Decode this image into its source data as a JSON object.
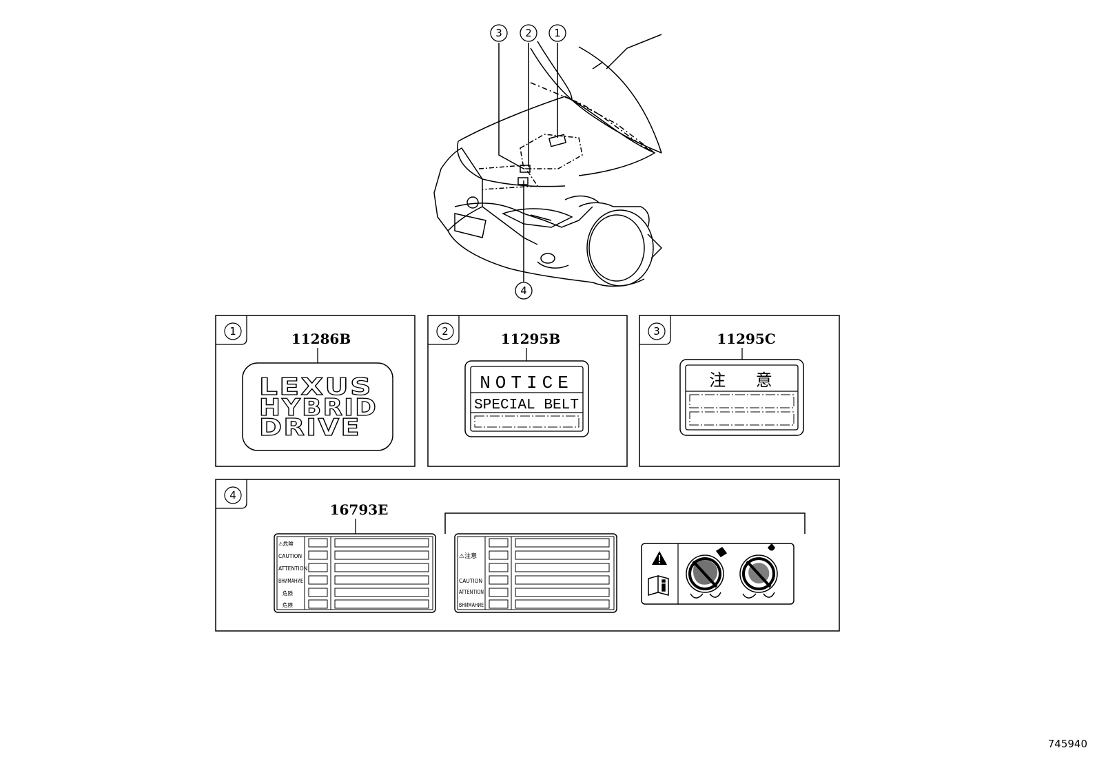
{
  "callouts": [
    "1",
    "2",
    "3",
    "4"
  ],
  "panels": [
    {
      "index": "1",
      "part_number": "11286B",
      "label_lines": [
        "LEXUS",
        "HYBRID",
        "DRIVE"
      ]
    },
    {
      "index": "2",
      "part_number": "11295B",
      "label_lines": [
        "NOTICE",
        "SPECIAL BELT"
      ]
    },
    {
      "index": "3",
      "part_number": "11295C",
      "label_lines": [
        "注 意"
      ]
    },
    {
      "index": "4",
      "part_number": "16793E"
    }
  ],
  "warning_label_a": {
    "rows": [
      "⚠危険",
      "CAUTION",
      "ATTENTION",
      "ВНИМАНИЕ",
      "危険",
      "危険"
    ]
  },
  "warning_label_b": {
    "rows": [
      "⚠注意",
      "CAUTION",
      "ATTENTION",
      "ВНИМАНИЕ"
    ]
  },
  "icons": [
    "warning-triangle-icon",
    "manual-info-icon",
    "no-spray-icon",
    "no-touch-fan-icon"
  ],
  "reference_code": "745940"
}
